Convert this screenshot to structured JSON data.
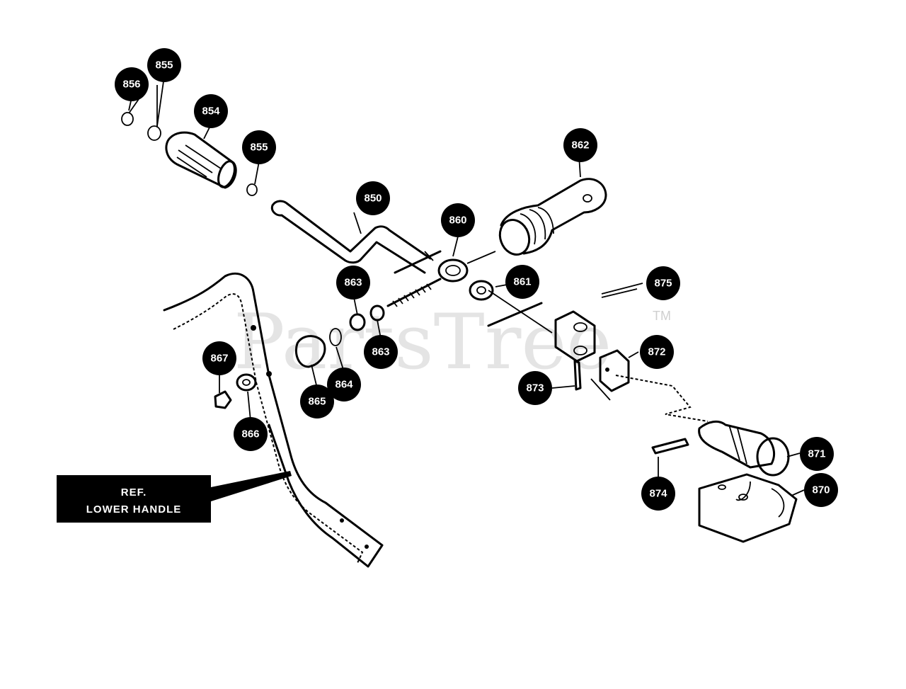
{
  "watermark": {
    "text": "PartsTree",
    "trademark": "TM"
  },
  "reference_label": {
    "line1": "REF.",
    "line2": "LOWER HANDLE"
  },
  "callouts": [
    {
      "id": "856",
      "label": "856"
    },
    {
      "id": "855a",
      "label": "855"
    },
    {
      "id": "854",
      "label": "854"
    },
    {
      "id": "855b",
      "label": "855"
    },
    {
      "id": "850",
      "label": "850"
    },
    {
      "id": "862",
      "label": "862"
    },
    {
      "id": "860",
      "label": "860"
    },
    {
      "id": "863a",
      "label": "863"
    },
    {
      "id": "861",
      "label": "861"
    },
    {
      "id": "875",
      "label": "875"
    },
    {
      "id": "863b",
      "label": "863"
    },
    {
      "id": "872",
      "label": "872"
    },
    {
      "id": "867",
      "label": "867"
    },
    {
      "id": "864",
      "label": "864"
    },
    {
      "id": "865",
      "label": "865"
    },
    {
      "id": "873",
      "label": "873"
    },
    {
      "id": "866",
      "label": "866"
    },
    {
      "id": "871",
      "label": "871"
    },
    {
      "id": "870",
      "label": "870"
    },
    {
      "id": "874",
      "label": "874"
    }
  ]
}
